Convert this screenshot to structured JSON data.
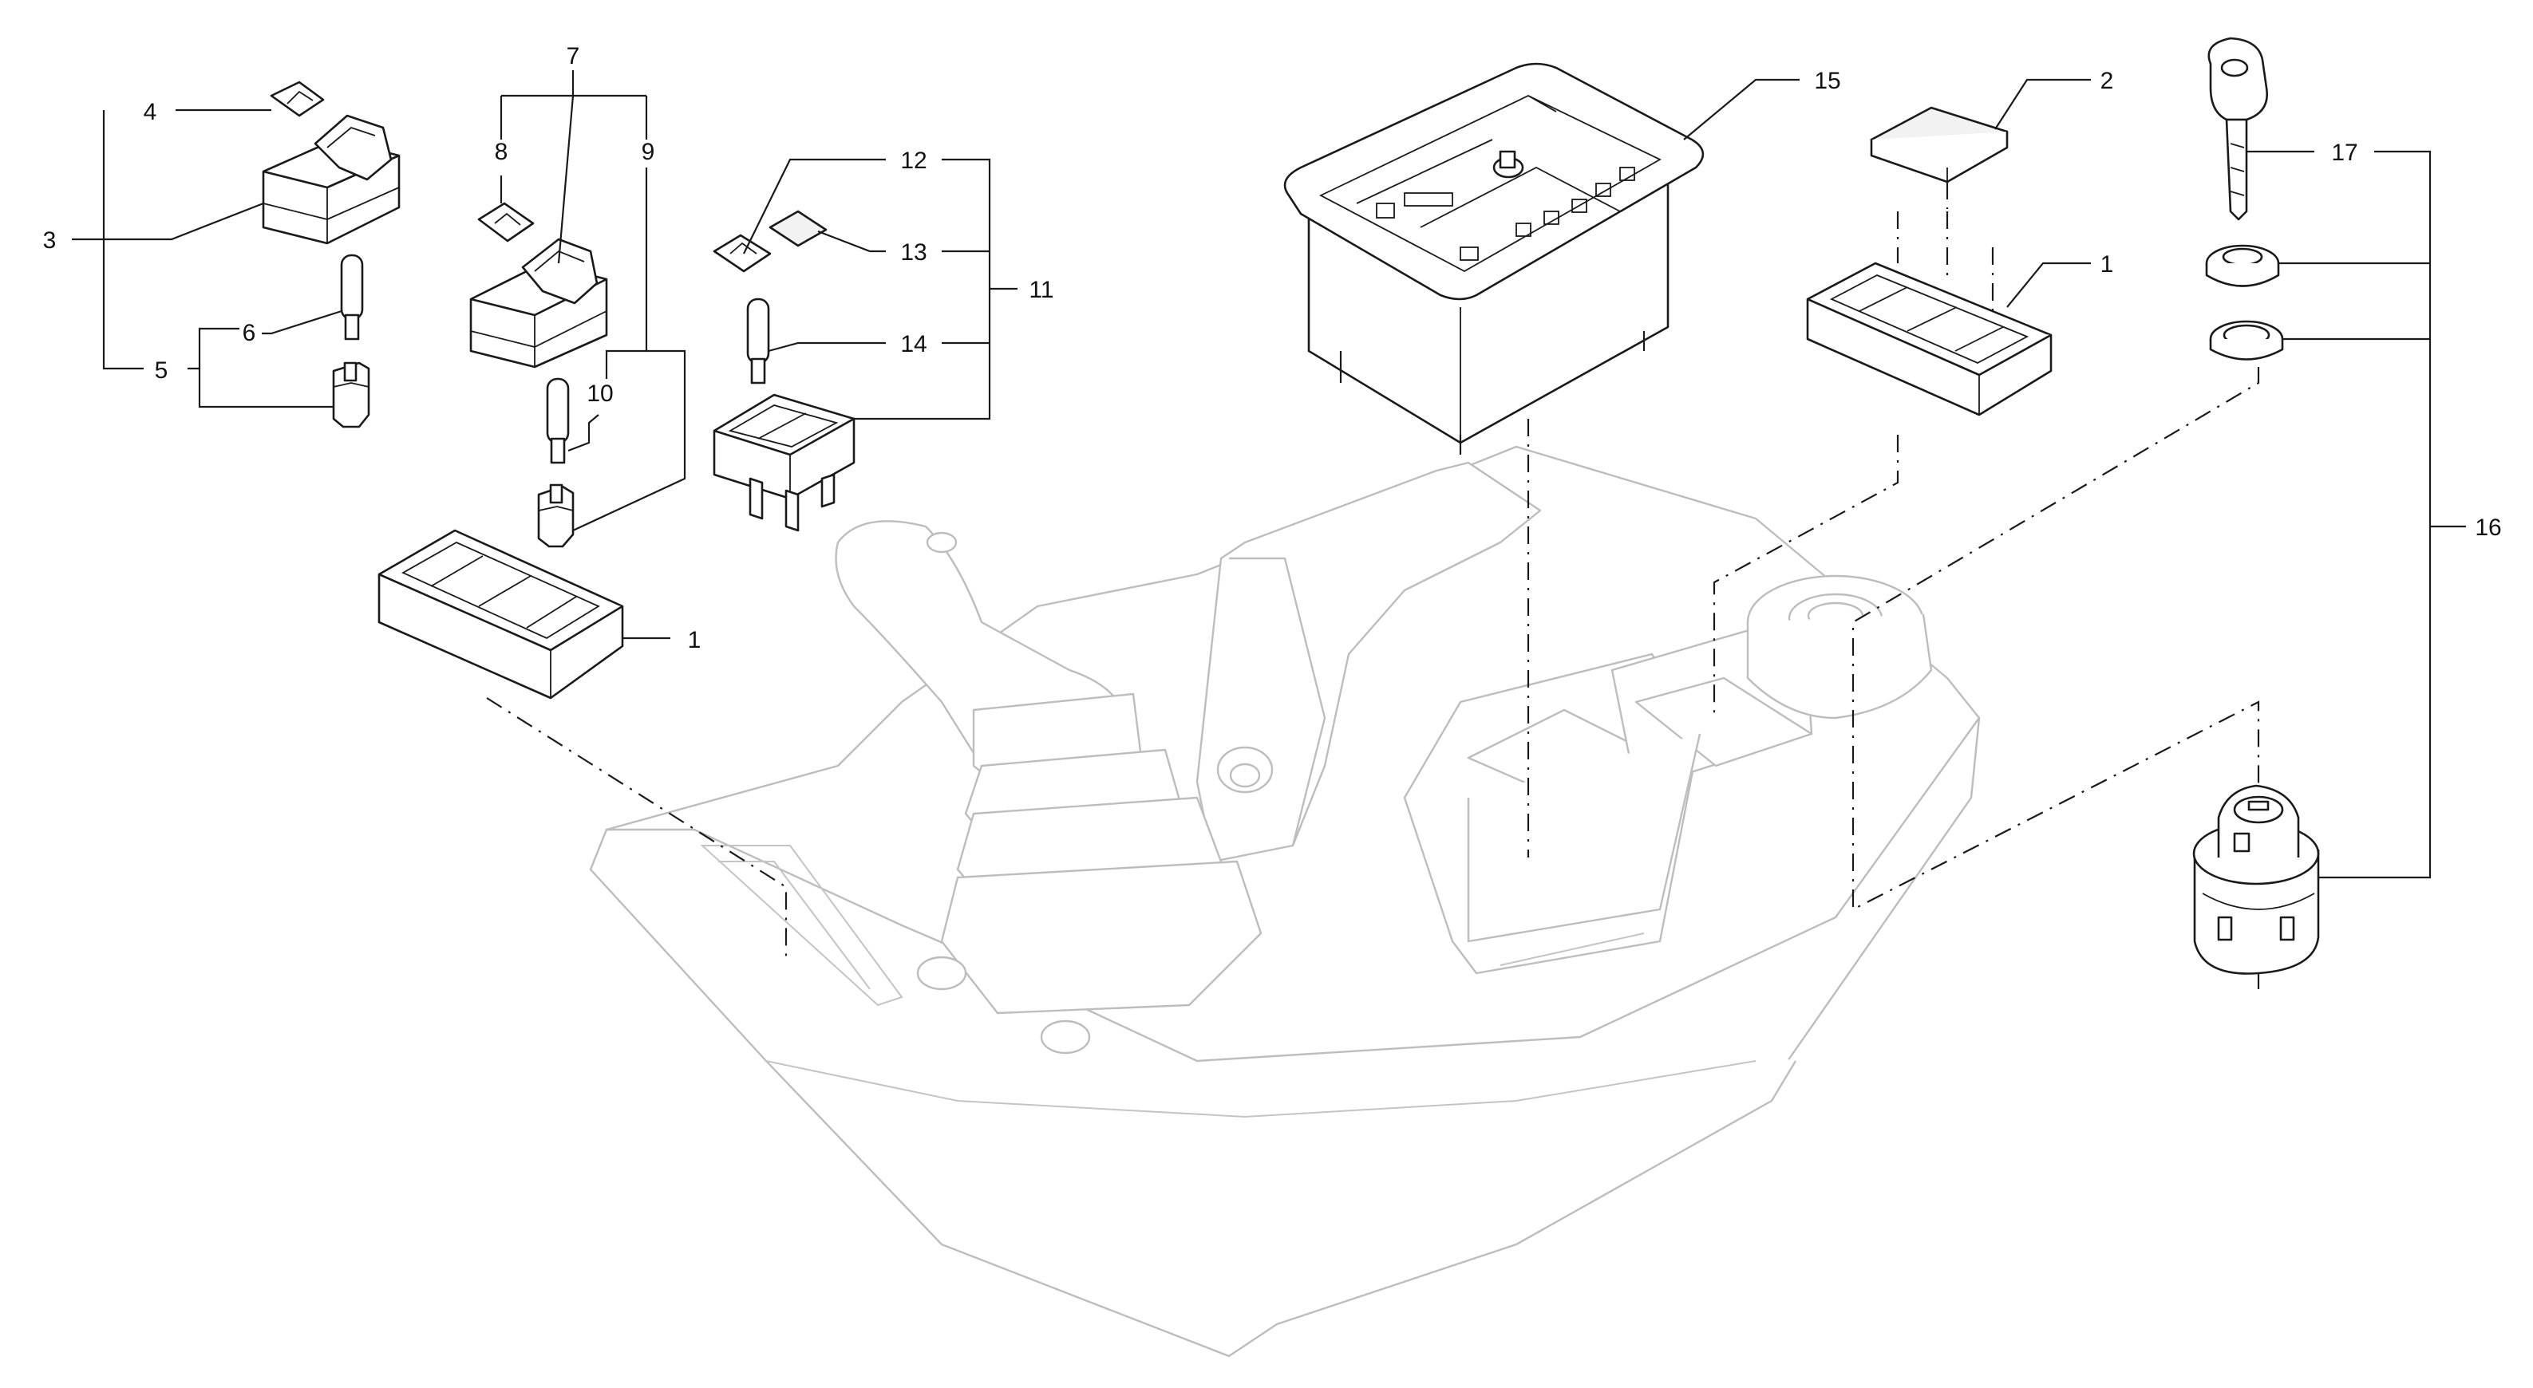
{
  "callouts": {
    "c1_left": "1",
    "c1_right": "1",
    "c2": "2",
    "c3": "3",
    "c4": "4",
    "c5": "5",
    "c6": "6",
    "c7": "7",
    "c8": "8",
    "c9": "9",
    "c10": "10",
    "c11": "11",
    "c12": "12",
    "c13": "13",
    "c14": "14",
    "c15": "15",
    "c16": "16",
    "c17": "17"
  },
  "colors": {
    "line": "#1a1a1a",
    "ghost_outline": "#bdbdbd",
    "background": "#ffffff"
  }
}
